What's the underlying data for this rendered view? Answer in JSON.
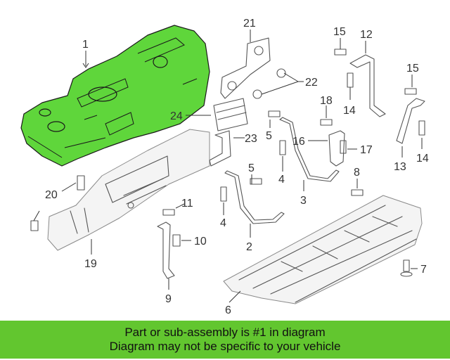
{
  "colors": {
    "highlight": "#5fd63b",
    "banner": "#62c62f",
    "line": "#555555"
  },
  "callouts": {
    "c1": "1",
    "c2": "2",
    "c3": "3",
    "c4a": "4",
    "c4b": "4",
    "c5a": "5",
    "c5b": "5",
    "c6": "6",
    "c7": "7",
    "c8": "8",
    "c9": "9",
    "c10": "10",
    "c11": "11",
    "c12": "12",
    "c13": "13",
    "c14a": "14",
    "c14b": "14",
    "c15a": "15",
    "c15b": "15",
    "c16": "16",
    "c17": "17",
    "c18": "18",
    "c19": "19",
    "c20": "20",
    "c21": "21",
    "c22": "22",
    "c23": "23",
    "c24": "24"
  },
  "banner": {
    "line1": "Part or sub-assembly is #1 in diagram",
    "line2": "Diagram may not be specific to your vehicle"
  }
}
